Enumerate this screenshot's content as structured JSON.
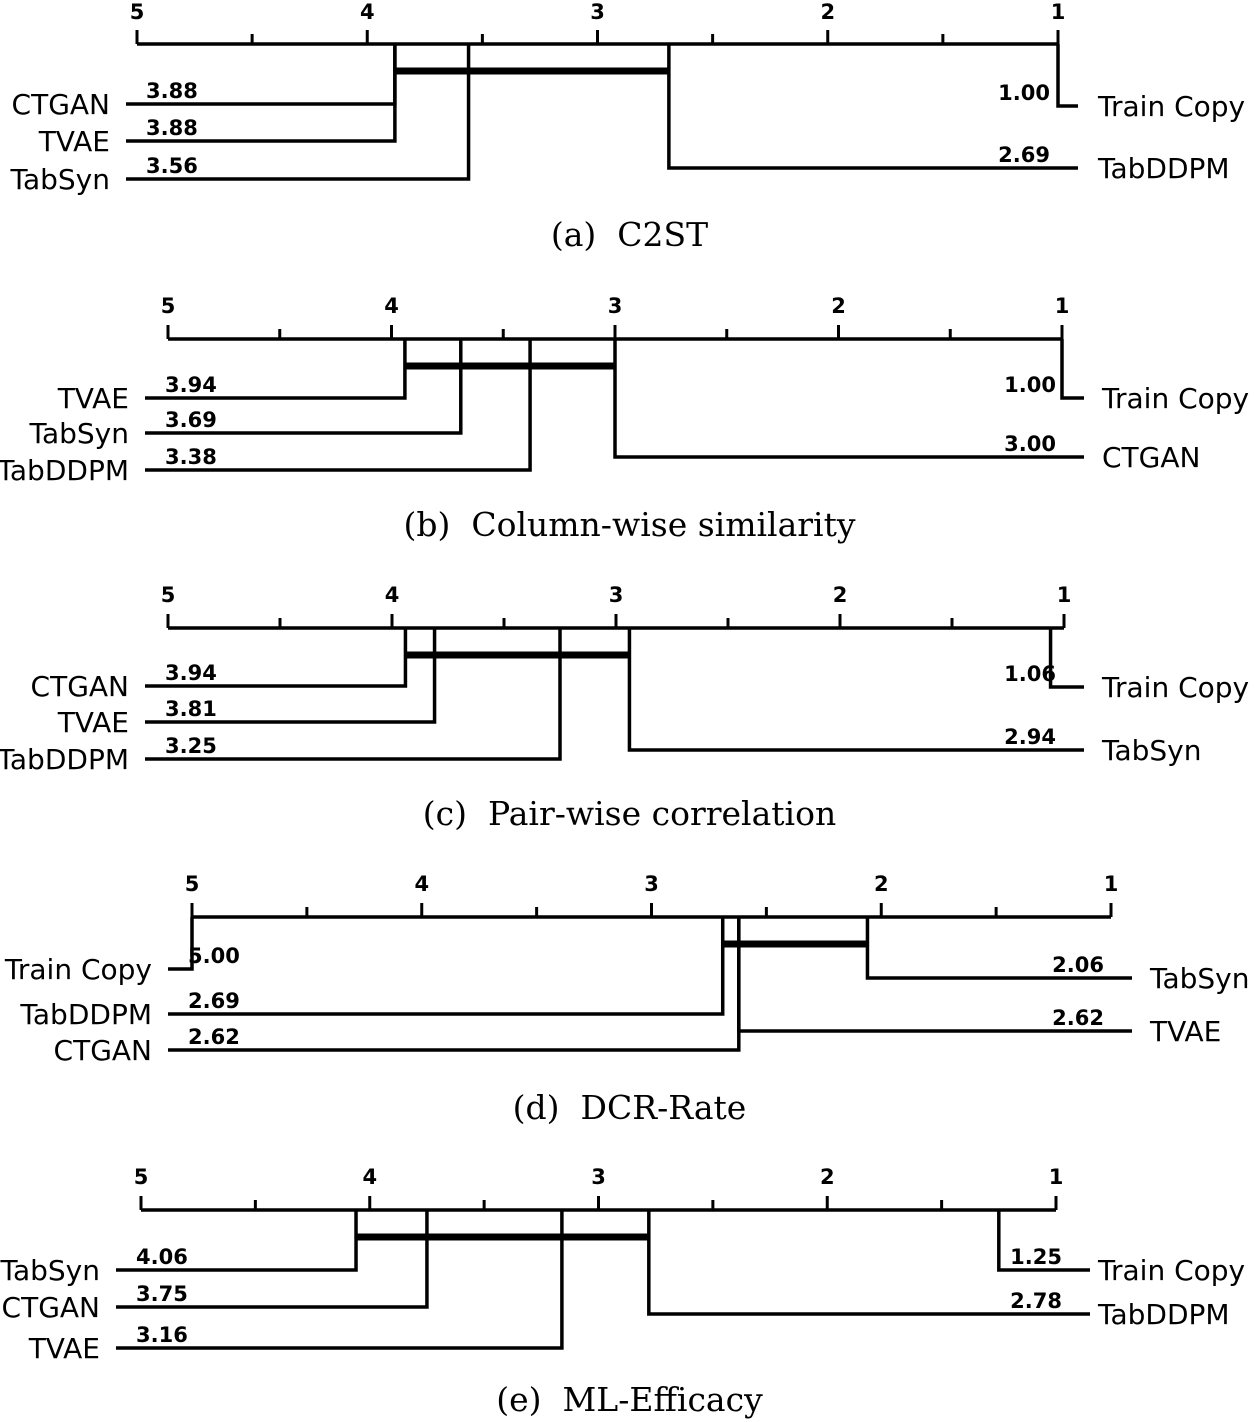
{
  "chart_data": [
    {
      "type": "critical-difference",
      "caption": "(a)  C2ST",
      "axis": {
        "min": 1,
        "max": 5,
        "reversed": true,
        "ticks": [
          "5",
          "4",
          "3",
          "2",
          "1"
        ]
      },
      "methods": [
        {
          "name": "CTGAN",
          "rank": 3.88,
          "rank_label": "3.88",
          "side": "left"
        },
        {
          "name": "TVAE",
          "rank": 3.88,
          "rank_label": "3.88",
          "side": "left"
        },
        {
          "name": "TabSyn",
          "rank": 3.56,
          "rank_label": "3.56",
          "side": "left"
        },
        {
          "name": "Train Copy",
          "rank": 1.0,
          "rank_label": "1.00",
          "side": "right"
        },
        {
          "name": "TabDDPM",
          "rank": 2.69,
          "rank_label": "2.69",
          "side": "right"
        }
      ],
      "cliques": [
        {
          "from": 3.88,
          "to": 2.69
        }
      ]
    },
    {
      "type": "critical-difference",
      "caption": "(b)  Column-wise similarity",
      "axis": {
        "min": 1,
        "max": 5,
        "reversed": true,
        "ticks": [
          "5",
          "4",
          "3",
          "2",
          "1"
        ]
      },
      "methods": [
        {
          "name": "TVAE",
          "rank": 3.94,
          "rank_label": "3.94",
          "side": "left"
        },
        {
          "name": "TabSyn",
          "rank": 3.69,
          "rank_label": "3.69",
          "side": "left"
        },
        {
          "name": "TabDDPM",
          "rank": 3.38,
          "rank_label": "3.38",
          "side": "left"
        },
        {
          "name": "Train Copy",
          "rank": 1.0,
          "rank_label": "1.00",
          "side": "right"
        },
        {
          "name": "CTGAN",
          "rank": 3.0,
          "rank_label": "3.00",
          "side": "right"
        }
      ],
      "cliques": [
        {
          "from": 3.94,
          "to": 3.0
        }
      ]
    },
    {
      "type": "critical-difference",
      "caption": "(c)  Pair-wise correlation",
      "axis": {
        "min": 1,
        "max": 5,
        "reversed": true,
        "ticks": [
          "5",
          "4",
          "3",
          "2",
          "1"
        ]
      },
      "methods": [
        {
          "name": "CTGAN",
          "rank": 3.94,
          "rank_label": "3.94",
          "side": "left"
        },
        {
          "name": "TVAE",
          "rank": 3.81,
          "rank_label": "3.81",
          "side": "left"
        },
        {
          "name": "TabDDPM",
          "rank": 3.25,
          "rank_label": "3.25",
          "side": "left"
        },
        {
          "name": "Train Copy",
          "rank": 1.06,
          "rank_label": "1.06",
          "side": "right"
        },
        {
          "name": "TabSyn",
          "rank": 2.94,
          "rank_label": "2.94",
          "side": "right"
        }
      ],
      "cliques": [
        {
          "from": 3.94,
          "to": 2.94
        }
      ]
    },
    {
      "type": "critical-difference",
      "caption": "(d)  DCR-Rate",
      "axis": {
        "min": 1,
        "max": 5,
        "reversed": true,
        "ticks": [
          "5",
          "4",
          "3",
          "2",
          "1"
        ]
      },
      "methods": [
        {
          "name": "Train Copy",
          "rank": 5.0,
          "rank_label": "5.00",
          "side": "left"
        },
        {
          "name": "TabDDPM",
          "rank": 2.69,
          "rank_label": "2.69",
          "side": "left"
        },
        {
          "name": "CTGAN",
          "rank": 2.62,
          "rank_label": "2.62",
          "side": "left"
        },
        {
          "name": "TabSyn",
          "rank": 2.06,
          "rank_label": "2.06",
          "side": "right"
        },
        {
          "name": "TVAE",
          "rank": 2.62,
          "rank_label": "2.62",
          "side": "right"
        }
      ],
      "cliques": [
        {
          "from": 2.69,
          "to": 2.06
        }
      ]
    },
    {
      "type": "critical-difference",
      "caption": "(e)  ML-Efficacy",
      "axis": {
        "min": 1,
        "max": 5,
        "reversed": true,
        "ticks": [
          "5",
          "4",
          "3",
          "2",
          "1"
        ]
      },
      "methods": [
        {
          "name": "TabSyn",
          "rank": 4.06,
          "rank_label": "4.06",
          "side": "left"
        },
        {
          "name": "CTGAN",
          "rank": 3.75,
          "rank_label": "3.75",
          "side": "left"
        },
        {
          "name": "TVAE",
          "rank": 3.16,
          "rank_label": "3.16",
          "side": "left"
        },
        {
          "name": "Train Copy",
          "rank": 1.25,
          "rank_label": "1.25",
          "side": "right"
        },
        {
          "name": "TabDDPM",
          "rank": 2.78,
          "rank_label": "2.78",
          "side": "right"
        }
      ],
      "cliques": [
        {
          "from": 4.06,
          "to": 2.78
        }
      ]
    }
  ]
}
